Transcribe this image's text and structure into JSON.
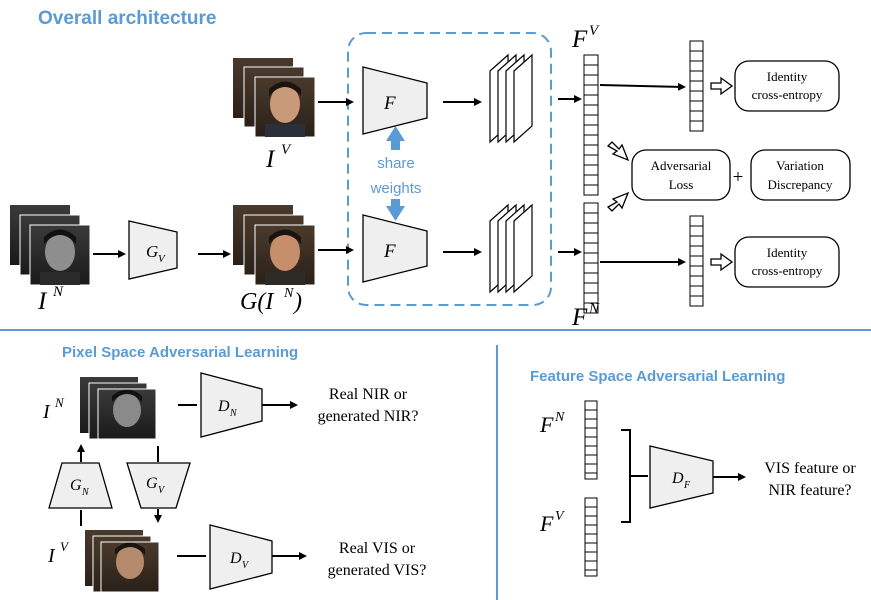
{
  "titles": {
    "overall": "Overall architecture",
    "pixel": "Pixel Space Adversarial Learning",
    "feature": "Feature Space Adversarial Learning"
  },
  "top": {
    "share_weights_line1": "share",
    "share_weights_line2": "weights",
    "encoder_label": "F",
    "generator_label_base": "G",
    "generator_label_sub": "V",
    "input_vis_base": "I",
    "input_vis_sup": "V",
    "input_nir_base": "I",
    "input_nir_sup": "N",
    "generated_prefix": "G(I",
    "generated_sup": "N",
    "generated_suffix": ")",
    "feature_vis_base": "F",
    "feature_vis_sup": "V",
    "feature_nir_base": "F",
    "feature_nir_sup": "N",
    "identity_line1": "Identity",
    "identity_line2": "cross-entropy",
    "adv_line1": "Adversarial",
    "adv_line2": "Loss",
    "plus": "+",
    "var_line1": "Variation",
    "var_line2": "Discrepancy"
  },
  "pixel": {
    "nir_base": "I",
    "nir_sup": "N",
    "vis_base": "I",
    "vis_sup": "V",
    "dn_base": "D",
    "dn_sub": "N",
    "dv_base": "D",
    "dv_sub": "V",
    "gn_base": "G",
    "gn_sub": "N",
    "gv_base": "G",
    "gv_sub": "V",
    "q_nir_line1": "Real NIR or",
    "q_nir_line2": "generated NIR?",
    "q_vis_line1": "Real VIS or",
    "q_vis_line2": "generated VIS?"
  },
  "feature": {
    "fn_base": "F",
    "fn_sup": "N",
    "fv_base": "F",
    "fv_sup": "V",
    "df_base": "D",
    "df_sub": "F",
    "q_line1": "VIS feature or",
    "q_line2": "NIR feature?"
  },
  "colors": {
    "accent": "#5b9bd5",
    "shape_fill": "#efefef"
  }
}
